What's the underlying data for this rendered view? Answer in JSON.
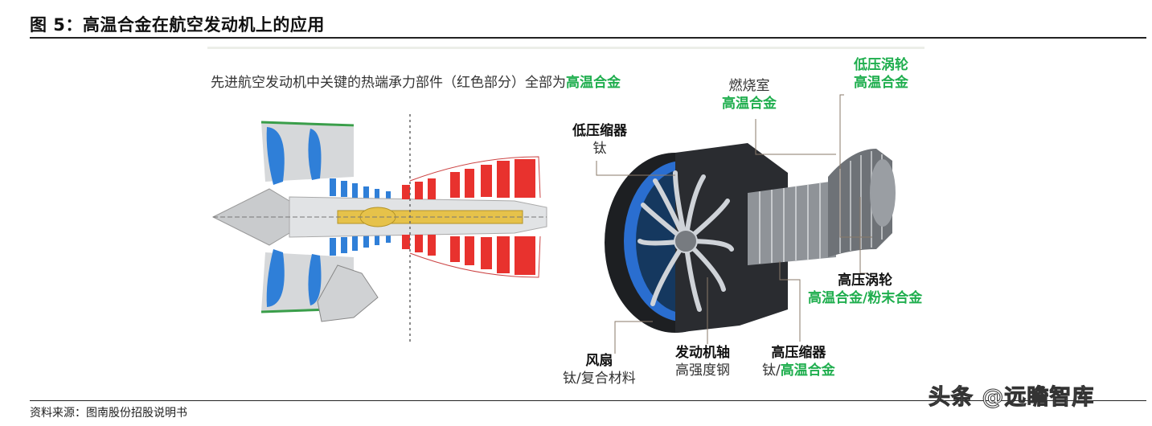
{
  "figure": {
    "title": "图 5：高温合金在航空发动机上的应用",
    "source": "资料来源：图南股份招股说明书",
    "watermark": "头条 @远瞻智库"
  },
  "headline": {
    "prefix": "先进航空发动机中关键的热端承力部件（红色部分）全部为",
    "highlight": "高温合金"
  },
  "labels": {
    "combustor": {
      "name": "燃烧室",
      "material": "高温合金"
    },
    "lp_turbine": {
      "name": "低压涡轮",
      "material": "高温合金"
    },
    "lp_compressor": {
      "name": "低压缩器",
      "material": "钛"
    },
    "hp_turbine": {
      "name": "高压涡轮",
      "material": "高温合金/粉末合金"
    },
    "fan": {
      "name": "风扇",
      "material": "钛/复合材料"
    },
    "shaft": {
      "name": "发动机轴",
      "material": "高强度钢"
    },
    "hp_compressor": {
      "name": "高压缩器",
      "material_prefix": "钛/",
      "material_highlight": "高温合金"
    }
  },
  "colors": {
    "highlight": "#1fae4e",
    "hot_section": "#e8322e",
    "cold_section": "#2f7fd8",
    "casing_green": "#3a9e4a"
  }
}
